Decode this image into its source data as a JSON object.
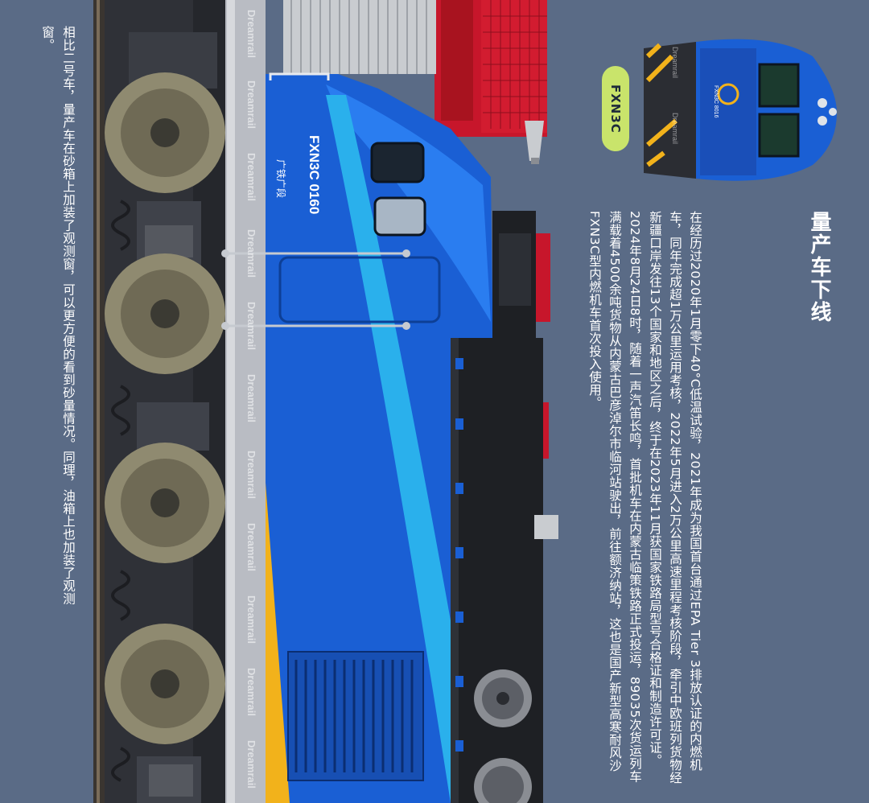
{
  "article": {
    "heading": "量产车下线",
    "paragraph1": "在经历过2020年1月零下40°C低温试验，2021年成为我国首台通过EPA Tier 3排放认证的内燃机车，同年完成超1万公里运用考核，2022年5月进入2万公里高速里程考核阶段，牵引中欧班列货物经新疆口岸发往13个国家和地区之后，终于在2023年11月获国家铁路局型号合格证和制造许可证。",
    "paragraph2": "2024年8月24日8时，随着一声汽笛长鸣，首批机车在内蒙古临策铁路正式投运，89035次货运列车满载着4500余吨货物从内蒙古巴彦淖尔市临河站驶出，前往额济纳站，这也是国产新型高寒耐风沙FXN3C型内燃机车首次投入使用。",
    "caption": "相比二号车，量产车在砂箱上加装了观测窗，可以更方便的看到砂量情况。同理，油箱上也加装了观测窗。"
  },
  "badge": {
    "label": "FXN3C"
  },
  "locomotive": {
    "model_label": "FXN3C 0160",
    "depot_label": "广铁广段",
    "front_number": "FXN3C 8016",
    "watermark": "Dreamrail"
  },
  "colors": {
    "background": "#5a6b86",
    "body_blue": "#1a5fd4",
    "stripe_light": "#2ab0ec",
    "stripe_yellow": "#f2b21b",
    "roof_red": "#c7162b",
    "chassis_dark": "#2b2d33",
    "badge_green": "#c9e46b"
  },
  "icons": [
    "locomotive-side-illustration",
    "locomotive-front-illustration",
    "wheel-icon",
    "horn-icon",
    "radiator-fan-icon"
  ]
}
